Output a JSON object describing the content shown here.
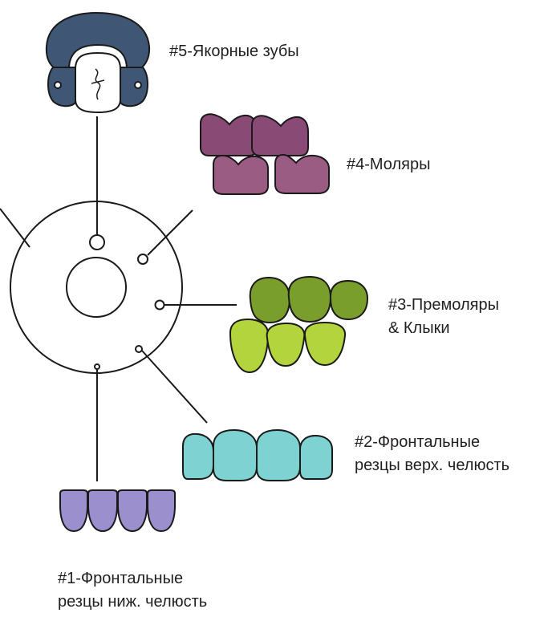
{
  "labels": {
    "anchor_teeth": "#5-Якорные зубы",
    "molars": "#4-Моляры",
    "premolars_line1": "#3-Премоляры",
    "premolars_line2": "& Клыки",
    "upper_front_line1": "#2-Фронтальные",
    "upper_front_line2": "резцы верх. челюсть",
    "lower_front_line1": "#1-Фронтальные",
    "lower_front_line2": "резцы ниж. челюсть"
  },
  "colors": {
    "outline": "#1a1a1a",
    "clamp_band": "#3f5675",
    "clamp_dark": "#2c3e57",
    "molars": "#8a4a76",
    "molars_front": "#9a5c82",
    "premolars_back": "#7a9e2c",
    "premolars_front": "#b3d43c",
    "upper_incisors": "#7fd2d2",
    "lower_incisors": "#9b8fcd"
  }
}
